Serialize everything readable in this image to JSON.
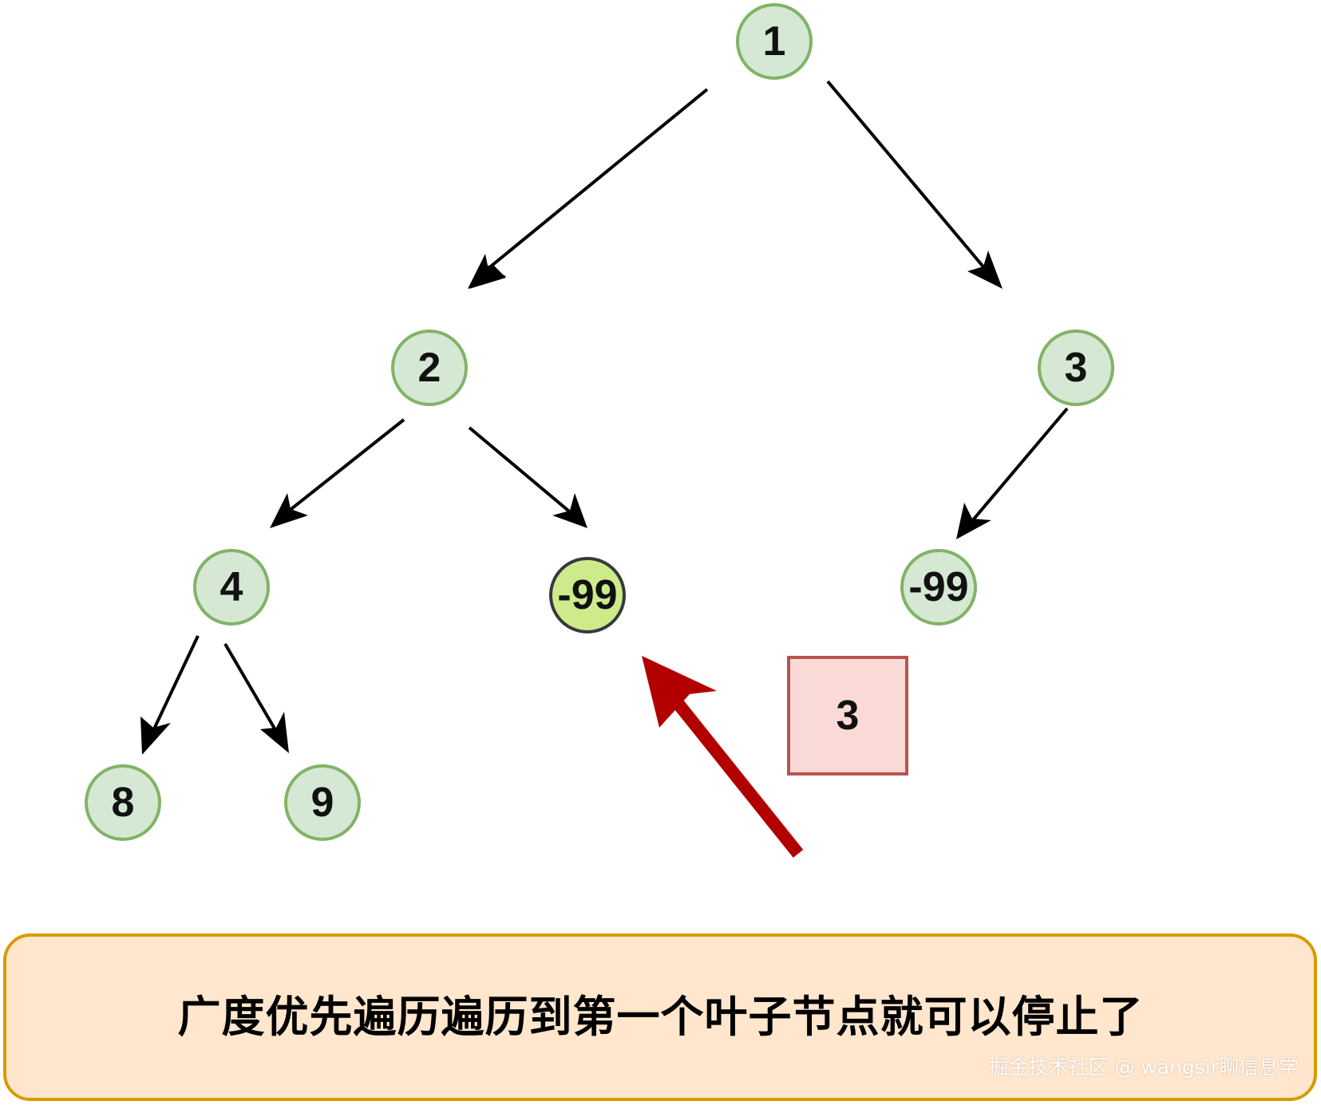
{
  "tree": {
    "root": "1",
    "level1_left": "2",
    "level1_right": "3",
    "level2_a": "4",
    "level2_b": "-99",
    "level2_c": "-99",
    "level3_a": "8",
    "level3_b": "9"
  },
  "queue_box": "3",
  "caption": "广度优先遍历遍历到第一个叶子节点就可以停止了",
  "watermark": "掘金技术社区 @ wangsir聊信息学",
  "colors": {
    "node_fill": "#d5e8d4",
    "node_border": "#82b366",
    "highlight_fill": "#cdeb8b",
    "box_fill": "#fadad7",
    "box_border": "#b85450",
    "caption_fill": "#ffe6cc",
    "caption_border": "#d79b00",
    "pointer_arrow": "#b20000"
  }
}
